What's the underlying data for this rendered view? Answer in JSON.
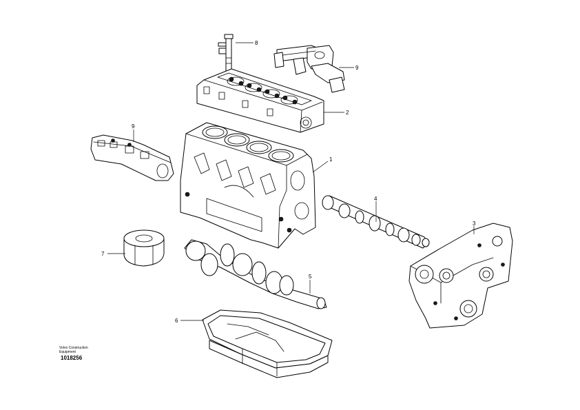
{
  "callouts": {
    "cylinder_block": "1",
    "cylinder_head": "2",
    "timing_gear_case": "3",
    "camshaft": "4",
    "crankshaft": "5",
    "oil_sump": "6",
    "oil_filter": "7",
    "injector": "8",
    "manifold_right": "9",
    "manifold_left": "9"
  },
  "footer": {
    "publisher_line_1": "Volvo Construction",
    "publisher_line_2": "Equipment",
    "image_number": "1018256"
  },
  "colors": {
    "line": "#000000",
    "background": "#ffffff"
  }
}
